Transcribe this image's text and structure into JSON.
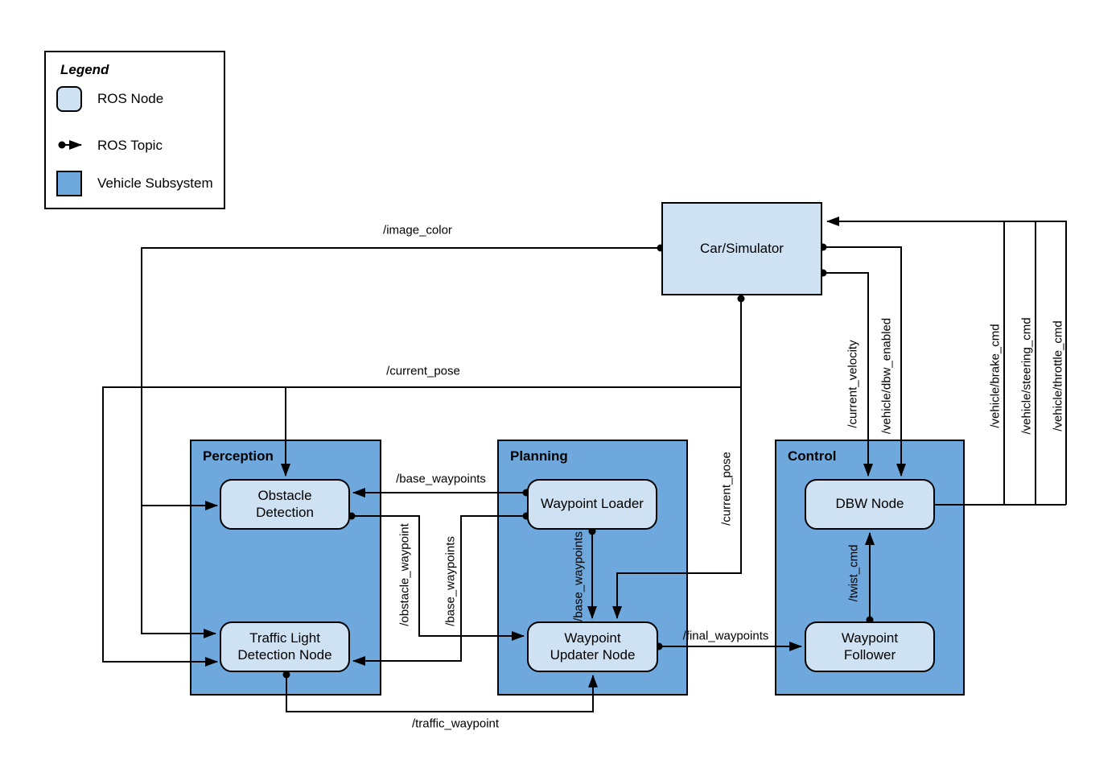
{
  "legend": {
    "title": "Legend",
    "items": [
      {
        "swatch": "ros-node",
        "label": "ROS Node"
      },
      {
        "swatch": "ros-topic",
        "label": "ROS Topic"
      },
      {
        "swatch": "vehicle-subsystem",
        "label": "Vehicle Subsystem"
      }
    ]
  },
  "subsystems": {
    "perception": "Perception",
    "planning": "Planning",
    "control": "Control"
  },
  "nodes": {
    "car_simulator": "Car/Simulator",
    "obstacle_detection": "Obstacle Detection",
    "traffic_light_detection": "Traffic Light Detection Node",
    "waypoint_loader": "Waypoint Loader",
    "waypoint_updater": "Waypoint Updater Node",
    "dbw_node": "DBW Node",
    "waypoint_follower": "Waypoint Follower"
  },
  "topics": {
    "image_color": "/image_color",
    "current_pose": "/current_pose",
    "base_waypoints": "/base_waypoints",
    "obstacle_waypoint": "/obstacle_waypoint",
    "final_waypoints": "/final_waypoints",
    "twist_cmd": "/twist_cmd",
    "traffic_waypoint": "/traffic_waypoint",
    "current_velocity": "/current_velocity",
    "dbw_enabled": "/vehicle/dbw_enabled",
    "brake_cmd": "/vehicle/brake_cmd",
    "steering_cmd": "/vehicle/steering_cmd",
    "throttle_cmd": "/vehicle/throttle_cmd"
  },
  "colors": {
    "ros_node_fill": "#cfe2f3",
    "subsystem_fill": "#6fa8dc",
    "wire": "#000000",
    "background": "#ffffff"
  }
}
